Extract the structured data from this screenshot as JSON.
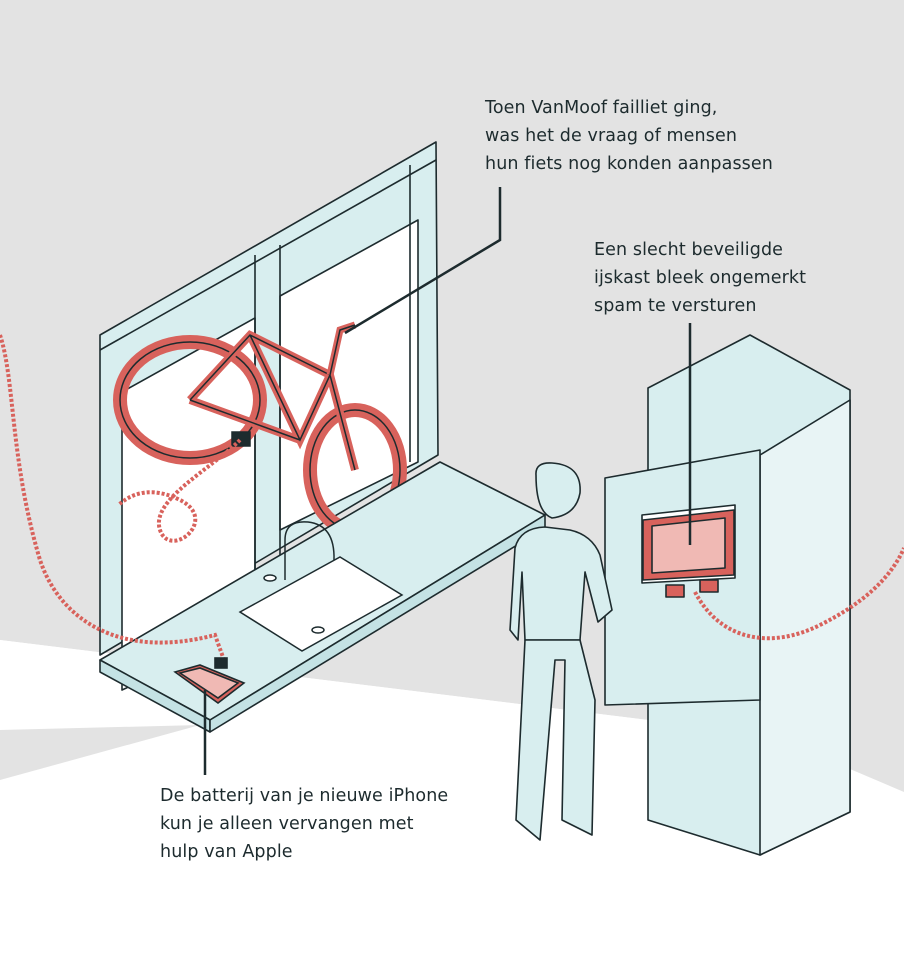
{
  "captions": {
    "vanmoof": {
      "lines": [
        "Toen VanMoof failliet ging,",
        "was het de vraag of mensen",
        "hun fiets nog konden aanpassen"
      ]
    },
    "fridge": {
      "lines": [
        "Een slecht beveiligde",
        "ijskast bleek ongemerkt",
        "spam te versturen"
      ]
    },
    "iphone": {
      "lines": [
        "De batterij van je nieuwe iPhone",
        "kun je alleen vervangen met",
        "hulp van Apple"
      ]
    }
  },
  "colors": {
    "wall": "#e3e3e3",
    "floor": "#ffffff",
    "ink": "#1d2b2e",
    "pale_blue": "#d8eeef",
    "pale_blue_dark": "#c4e2e4",
    "accent_red": "#d8625c",
    "accent_red_light": "#f0b9b4",
    "chain": "#d8625c"
  },
  "icons": {
    "bicycle": "bicycle-illustration",
    "fridge": "fridge-illustration",
    "phone": "smartphone-illustration",
    "person": "person-illustration",
    "window": "window-illustration",
    "sink": "sink-illustration",
    "chain": "chain-illustration"
  }
}
